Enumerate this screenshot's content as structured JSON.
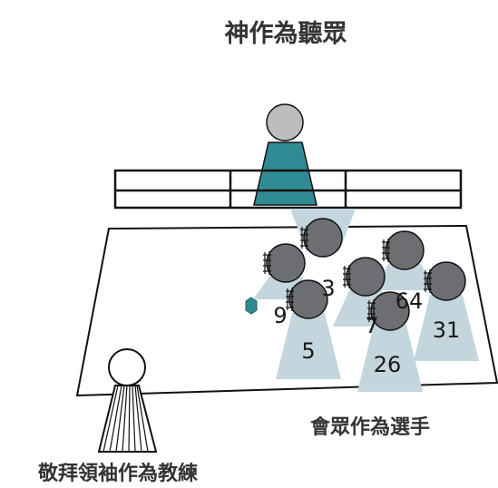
{
  "title": "神作為聽眾",
  "congregation_label": "會眾作為選手",
  "leader_label": "敬拜領袖作為教練",
  "colors": {
    "god_figure": "#2f8a93",
    "god_head": "#bdbdbd",
    "player_body": "#c4d6dd",
    "player_head": "#6d6e71",
    "marker": "#2f8a93",
    "outline": "#111111"
  },
  "players": [
    {
      "number": ""
    },
    {
      "number": ""
    },
    {
      "number": "3"
    },
    {
      "number": ""
    },
    {
      "number": "64"
    },
    {
      "number": "31"
    },
    {
      "number": "9"
    },
    {
      "number": "7"
    },
    {
      "number": "5"
    },
    {
      "number": "26"
    }
  ]
}
